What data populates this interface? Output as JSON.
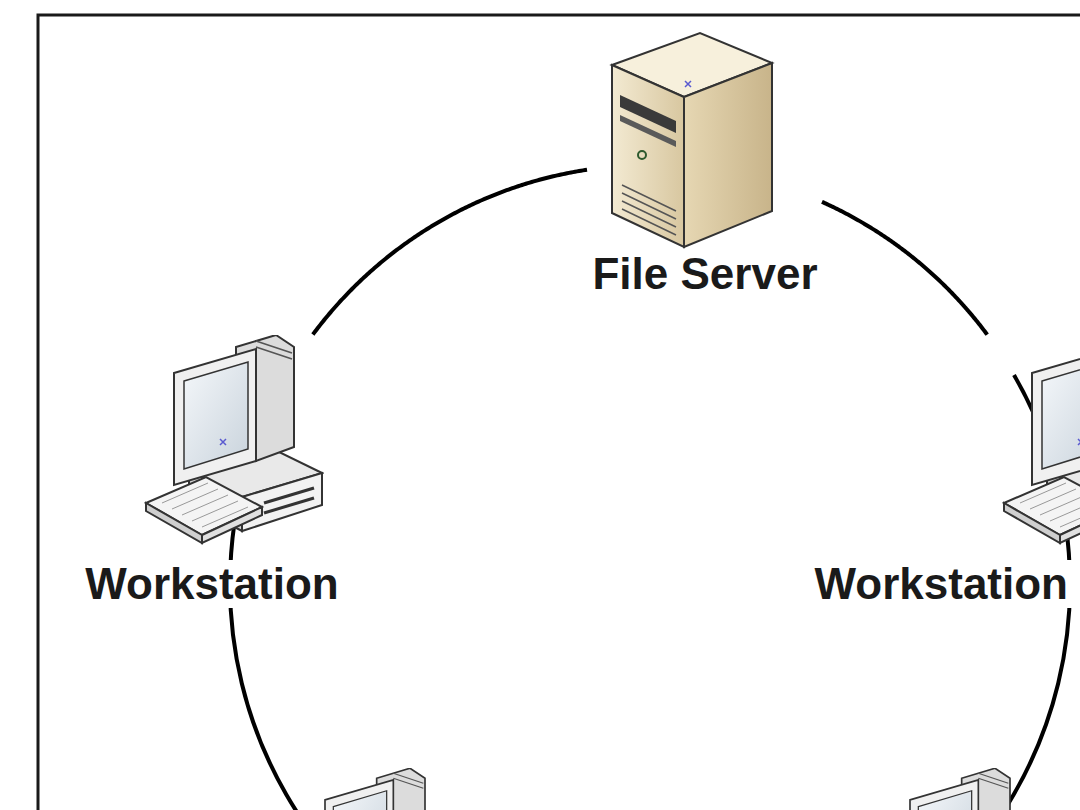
{
  "diagram": {
    "nodes": [
      {
        "text": [
          "File Server"
        ]
      },
      {
        "text": [
          "Workstation"
        ]
      },
      {
        "text": [
          "Workstation"
        ]
      }
    ],
    "edges": [
      {
        "from": 0,
        "to": 1,
        "arrow": "none"
      },
      {
        "from": 0,
        "to": 2,
        "arrow": "none"
      }
    ]
  }
}
